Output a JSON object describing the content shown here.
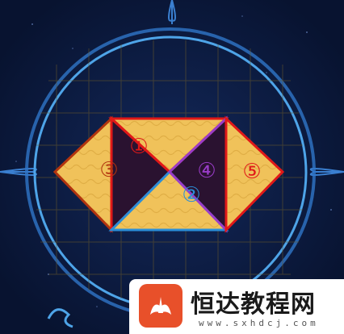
{
  "pieces": [
    {
      "label": "①",
      "color": "#e01818"
    },
    {
      "label": "②",
      "color": "#2a8ed8"
    },
    {
      "label": "③",
      "color": "#b2340e"
    },
    {
      "label": "④",
      "color": "#9a3cc8"
    },
    {
      "label": "⑤",
      "color": "#e01818"
    }
  ],
  "colors": {
    "background": "#0c1b3d",
    "ring": "#4ea4e8",
    "tile": "#f0c25a",
    "dark": "#2a1230",
    "grid": "#6b5a2a"
  },
  "watermark": {
    "title": "恒达教程网",
    "url": "www.sxhdcj.com",
    "logo": "whale-tail-icon",
    "logo_color": "#e8502a"
  }
}
